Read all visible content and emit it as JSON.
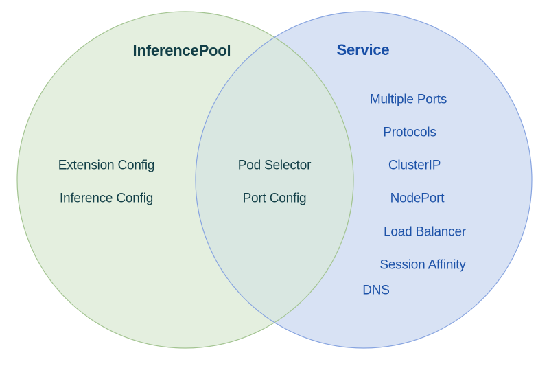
{
  "diagram": {
    "type": "venn",
    "left_set": {
      "title": "InferencePool",
      "items": [
        "Extension Config",
        "Inference Config"
      ]
    },
    "intersection": {
      "items": [
        "Pod Selector",
        "Port Config"
      ]
    },
    "right_set": {
      "title": "Service",
      "items": [
        "Multiple Ports",
        "Protocols",
        "ClusterIP",
        "NodePort",
        "Load Balancer",
        "Session Affinity",
        "DNS"
      ]
    }
  },
  "colors": {
    "background": "#ffffff",
    "left_circle_fill": "#e4efdf",
    "left_circle_stroke": "#a3c491",
    "right_circle_fill": "#d8e2f4",
    "right_circle_stroke": "#87a4e0",
    "intersection_fill": "#d9e7e1",
    "left_text": "#123f47",
    "right_title_text": "#174ea6",
    "right_item_text": "#1d52a8"
  }
}
